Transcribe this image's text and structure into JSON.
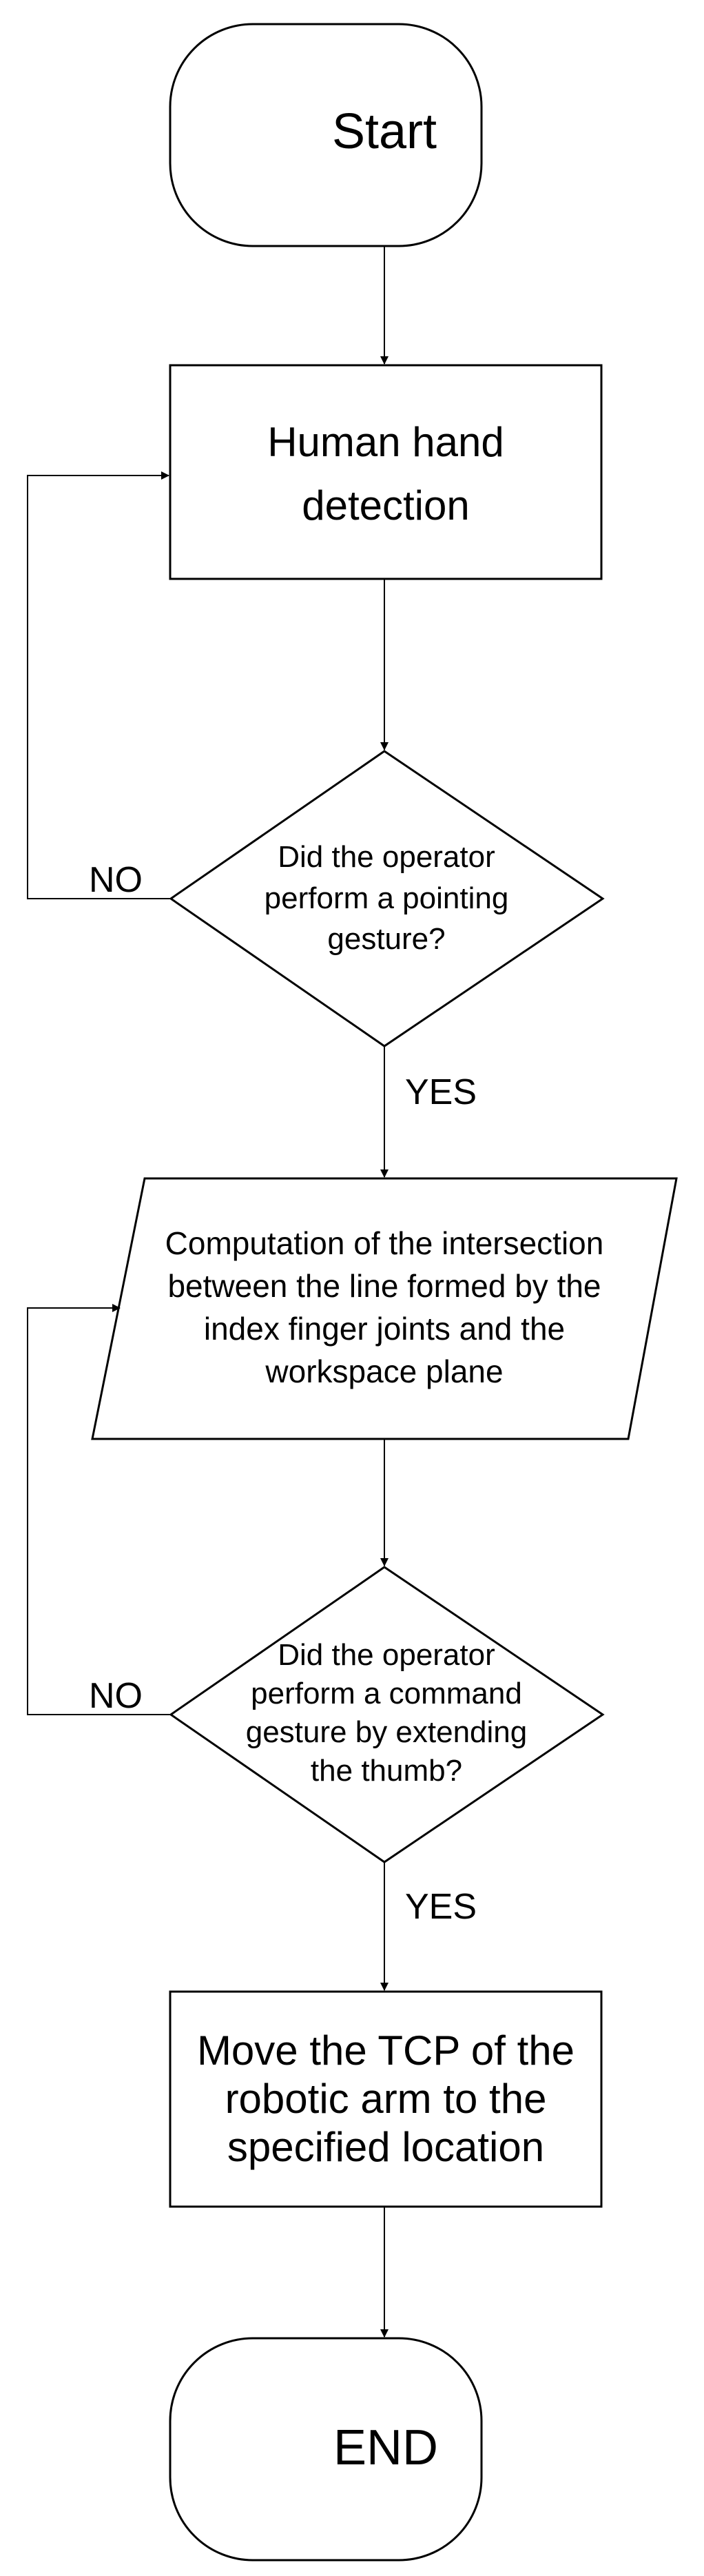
{
  "nodes": {
    "start": {
      "text": "Start"
    },
    "detect": {
      "lines": [
        "Human hand",
        "detection"
      ]
    },
    "decision1": {
      "lines": [
        "Did the operator",
        "perform a pointing",
        "gesture?"
      ]
    },
    "compute": {
      "lines": [
        "Computation of the intersection",
        "between the line formed by the",
        "index finger joints and the",
        "workspace plane"
      ]
    },
    "decision2": {
      "lines": [
        "Did the operator",
        "perform a command",
        "gesture by extending",
        "the thumb?"
      ]
    },
    "move": {
      "lines": [
        "Move the TCP of the",
        "robotic arm to the",
        "specified location"
      ]
    },
    "end": {
      "text": "END"
    }
  },
  "edges": {
    "yes1": "YES",
    "no1": "NO",
    "yes2": "YES",
    "no2": "NO"
  }
}
